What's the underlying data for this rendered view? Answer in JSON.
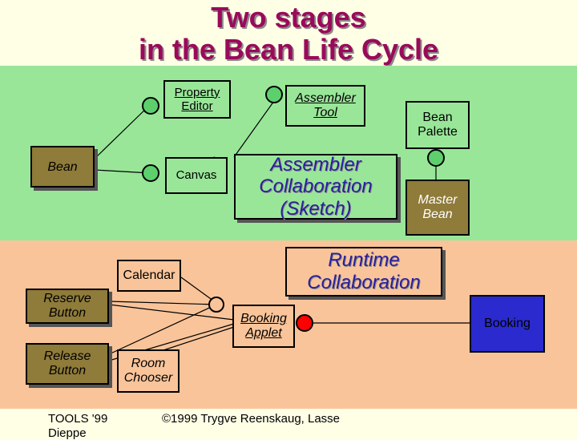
{
  "title": {
    "line1": "Two stages",
    "line2": "in the Bean Life Cycle"
  },
  "design_stage": {
    "property_editor": "Property Editor",
    "assembler_tool": "Assembler Tool",
    "bean_palette": "Bean Palette",
    "bean": "Bean",
    "canvas": "Canvas",
    "assembler_collaboration": "Assembler Collaboration (Sketch)",
    "master_bean": "Master Bean"
  },
  "runtime_stage": {
    "runtime_collaboration": "Runtime Collaboration",
    "calendar": "Calendar",
    "reserve_button": "Reserve Button",
    "booking_applet": "Booking Applet",
    "booking": "Booking",
    "release_button": "Release Button",
    "room_chooser": "Room Chooser"
  },
  "footer": {
    "left": "TOOLS '99",
    "left_cut": "Dieppe",
    "center": "©1999 Trygve Reenskaug, Lasse"
  },
  "colors": {
    "title": "#9A0A5A",
    "green_band": "#99E699",
    "orange_band": "#F9C49A",
    "olive": "#8F7B3A",
    "blue": "#2A2ACF",
    "red_port": "#FF0000",
    "port_green": "#5DCF6D"
  }
}
